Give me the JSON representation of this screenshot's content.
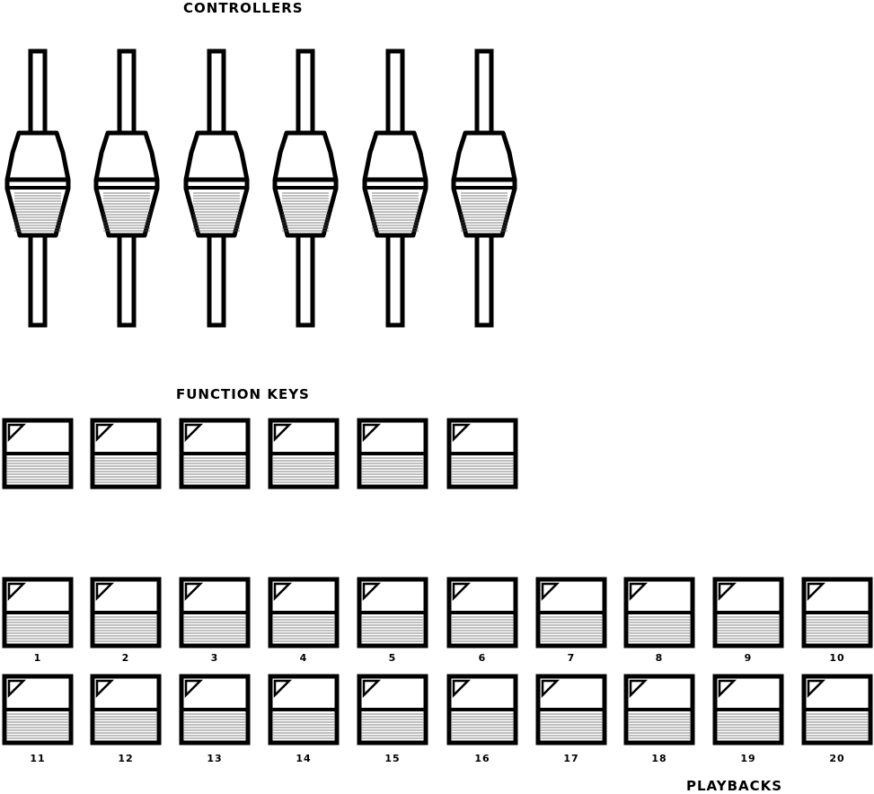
{
  "titles": {
    "controllers": "CONTROLLERS",
    "function_keys": "FUNCTION KEYS",
    "playbacks": "PLAYBACKS"
  },
  "controllers": {
    "count": 6
  },
  "function_keys": {
    "count": 6
  },
  "playbacks": {
    "row1": [
      "1",
      "2",
      "3",
      "4",
      "5",
      "6",
      "7",
      "8",
      "9",
      "10"
    ],
    "row2": [
      "11",
      "12",
      "13",
      "14",
      "15",
      "16",
      "17",
      "18",
      "19",
      "20"
    ]
  },
  "colors": {
    "stroke": "#000000",
    "fill": "#ffffff",
    "hatch": "#555555"
  }
}
